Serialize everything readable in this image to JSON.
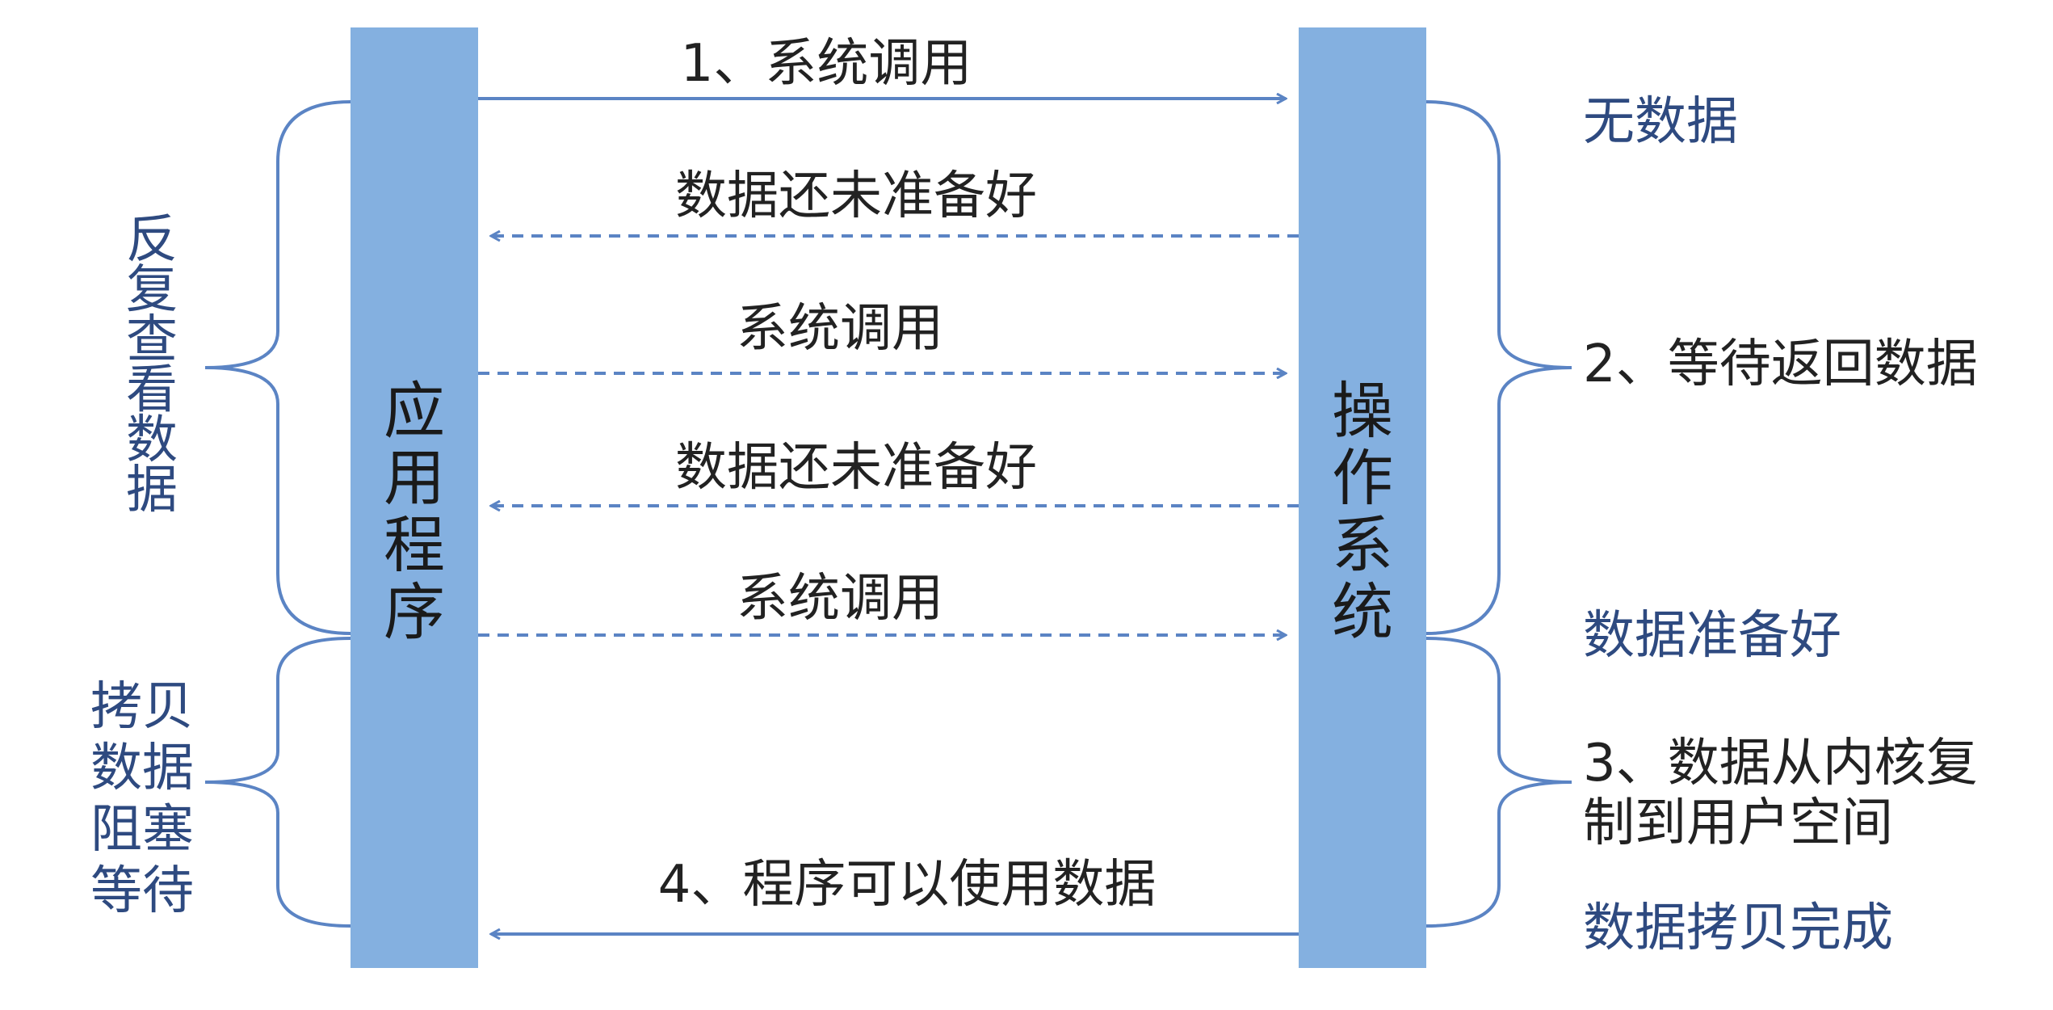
{
  "diagram": {
    "left_column": {
      "label_chars": [
        "应",
        "用",
        "程",
        "序"
      ],
      "color": "#84b0e0"
    },
    "right_column": {
      "label_chars": [
        "操",
        "作",
        "系",
        "统"
      ],
      "color": "#84b0e0"
    },
    "messages": [
      {
        "id": "m1",
        "text": "1、系统调用",
        "style": "solid",
        "direction": "to-right"
      },
      {
        "id": "m2",
        "text": "数据还未准备好",
        "style": "dashed",
        "direction": "to-left"
      },
      {
        "id": "m3",
        "text": "系统调用",
        "style": "dashed",
        "direction": "to-right"
      },
      {
        "id": "m4",
        "text": "数据还未准备好",
        "style": "dashed",
        "direction": "to-left"
      },
      {
        "id": "m5",
        "text": "系统调用",
        "style": "dashed",
        "direction": "to-right"
      },
      {
        "id": "m6",
        "text": "4、程序可以使用数据",
        "style": "solid",
        "direction": "to-left"
      }
    ],
    "left_annotations": {
      "repeat_check": {
        "chars": [
          "反",
          "复",
          "查",
          "看",
          "数",
          "据"
        ]
      },
      "copy_block": {
        "lines": [
          "拷贝",
          "数据",
          "阻塞",
          "等待"
        ]
      }
    },
    "right_annotations": {
      "no_data": "无数据",
      "wait": "2、等待返回数据",
      "data_ready": "数据准备好",
      "copy_lines": [
        "3、数据从内核复",
        "制到用户空间"
      ],
      "copy_done": "数据拷贝完成"
    },
    "colors": {
      "arrow": "#5b84c4",
      "brace": "#5b84c4",
      "blue_text": "#2e4a80",
      "dark_text": "#222222"
    }
  }
}
